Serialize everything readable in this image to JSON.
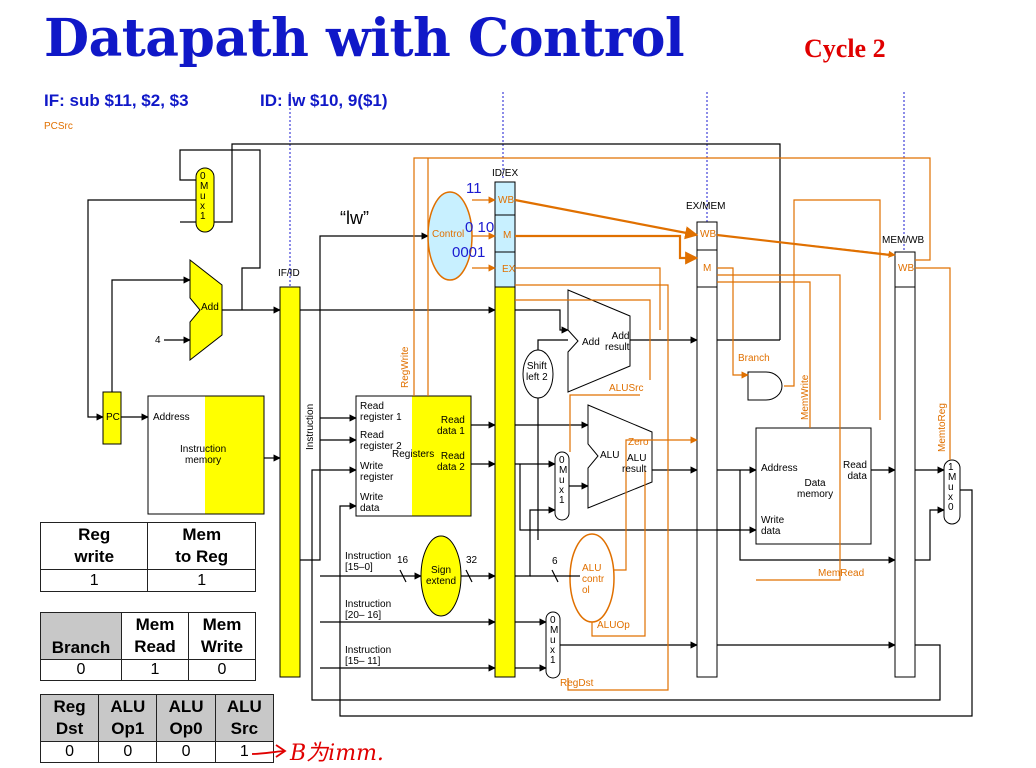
{
  "title": "Datapath with Control",
  "cycle": "Cycle 2",
  "stages": {
    "if": "IF: sub $11, $2, $3",
    "id": "ID: lw $10, 9($1)"
  },
  "pipeline_registers": {
    "if_id": "IF/ID",
    "id_ex": "ID/EX",
    "ex_mem": "EX/MEM",
    "mem_wb": "MEM/WB"
  },
  "fields": {
    "wb": "WB",
    "m": "M",
    "ex": "EX"
  },
  "control_values": {
    "wb": "11",
    "m": "0 10",
    "ex": "0001"
  },
  "instruction_name": "“lw”",
  "units": {
    "pc": "PC",
    "add_if": "Add",
    "const_4": "4",
    "instruction_memory": {
      "address": "Address",
      "name": "Instruction\nmemory"
    },
    "instruction": "Instruction",
    "control": "Control",
    "registers": {
      "read_register_1": "Read\nregister 1",
      "read_register_2": "Read\nregister 2",
      "write_register": "Write\nregister",
      "write_data": "Write\ndata",
      "name": "Registers",
      "read_data_1": "Read\ndata 1",
      "read_data_2": "Read\ndata 2"
    },
    "sign_extend": "Sign\nextend",
    "shift_left_2": "Shift\nleft 2",
    "add_branch": "Add",
    "add_result": "Add\nresult",
    "alu": "ALU",
    "alu_result": "ALU\nresult",
    "zero": "Zero",
    "alu_control": "ALU\ncontr\nol",
    "data_memory": {
      "address": "Address",
      "read_data": "Read\ndata",
      "write_data": "Write\ndata",
      "name": "Data\nmemory"
    },
    "mux_upper": "0\nM\nu\nx\n1",
    "mux_lower": "1\nM\nu\nx\n0"
  },
  "bit_widths": {
    "in": "16",
    "out": "32",
    "alu_op": "6"
  },
  "instruction_fields": {
    "f15_0": "Instruction\n[15–0]",
    "f20_16": "Instruction\n[20– 16]",
    "f15_11": "Instruction\n[15– 11]"
  },
  "control_signals": {
    "pcsrc": "PCSrc",
    "regwrite": "RegWrite",
    "branch": "Branch",
    "memwrite": "MemWrite",
    "memtoreg": "MemtoReg",
    "alusrc": "ALUSrc",
    "memread": "MemRead",
    "aluop": "ALUOp",
    "regdst": "RegDst"
  },
  "tables": {
    "wb": {
      "headers": [
        "Reg\nwrite",
        "Mem\nto Reg"
      ],
      "values": [
        "1",
        "1"
      ]
    },
    "mem": {
      "headers": [
        "Branch",
        "Mem\nRead",
        "Mem\nWrite"
      ],
      "values": [
        "0",
        "1",
        "0"
      ]
    },
    "ex": {
      "headers": [
        "Reg\nDst",
        "ALU\nOp1",
        "ALU\nOp0",
        "ALU\nSrc"
      ],
      "values": [
        "0",
        "0",
        "0",
        "1"
      ]
    }
  },
  "handwritten_note": "B为imm.",
  "colors": {
    "title": "#1018c8",
    "cycle": "#e00000",
    "control": "#e07000",
    "highlight": "#ffff00",
    "control_unit": "#c8f0ff",
    "table_header": "#c8c8c8"
  }
}
